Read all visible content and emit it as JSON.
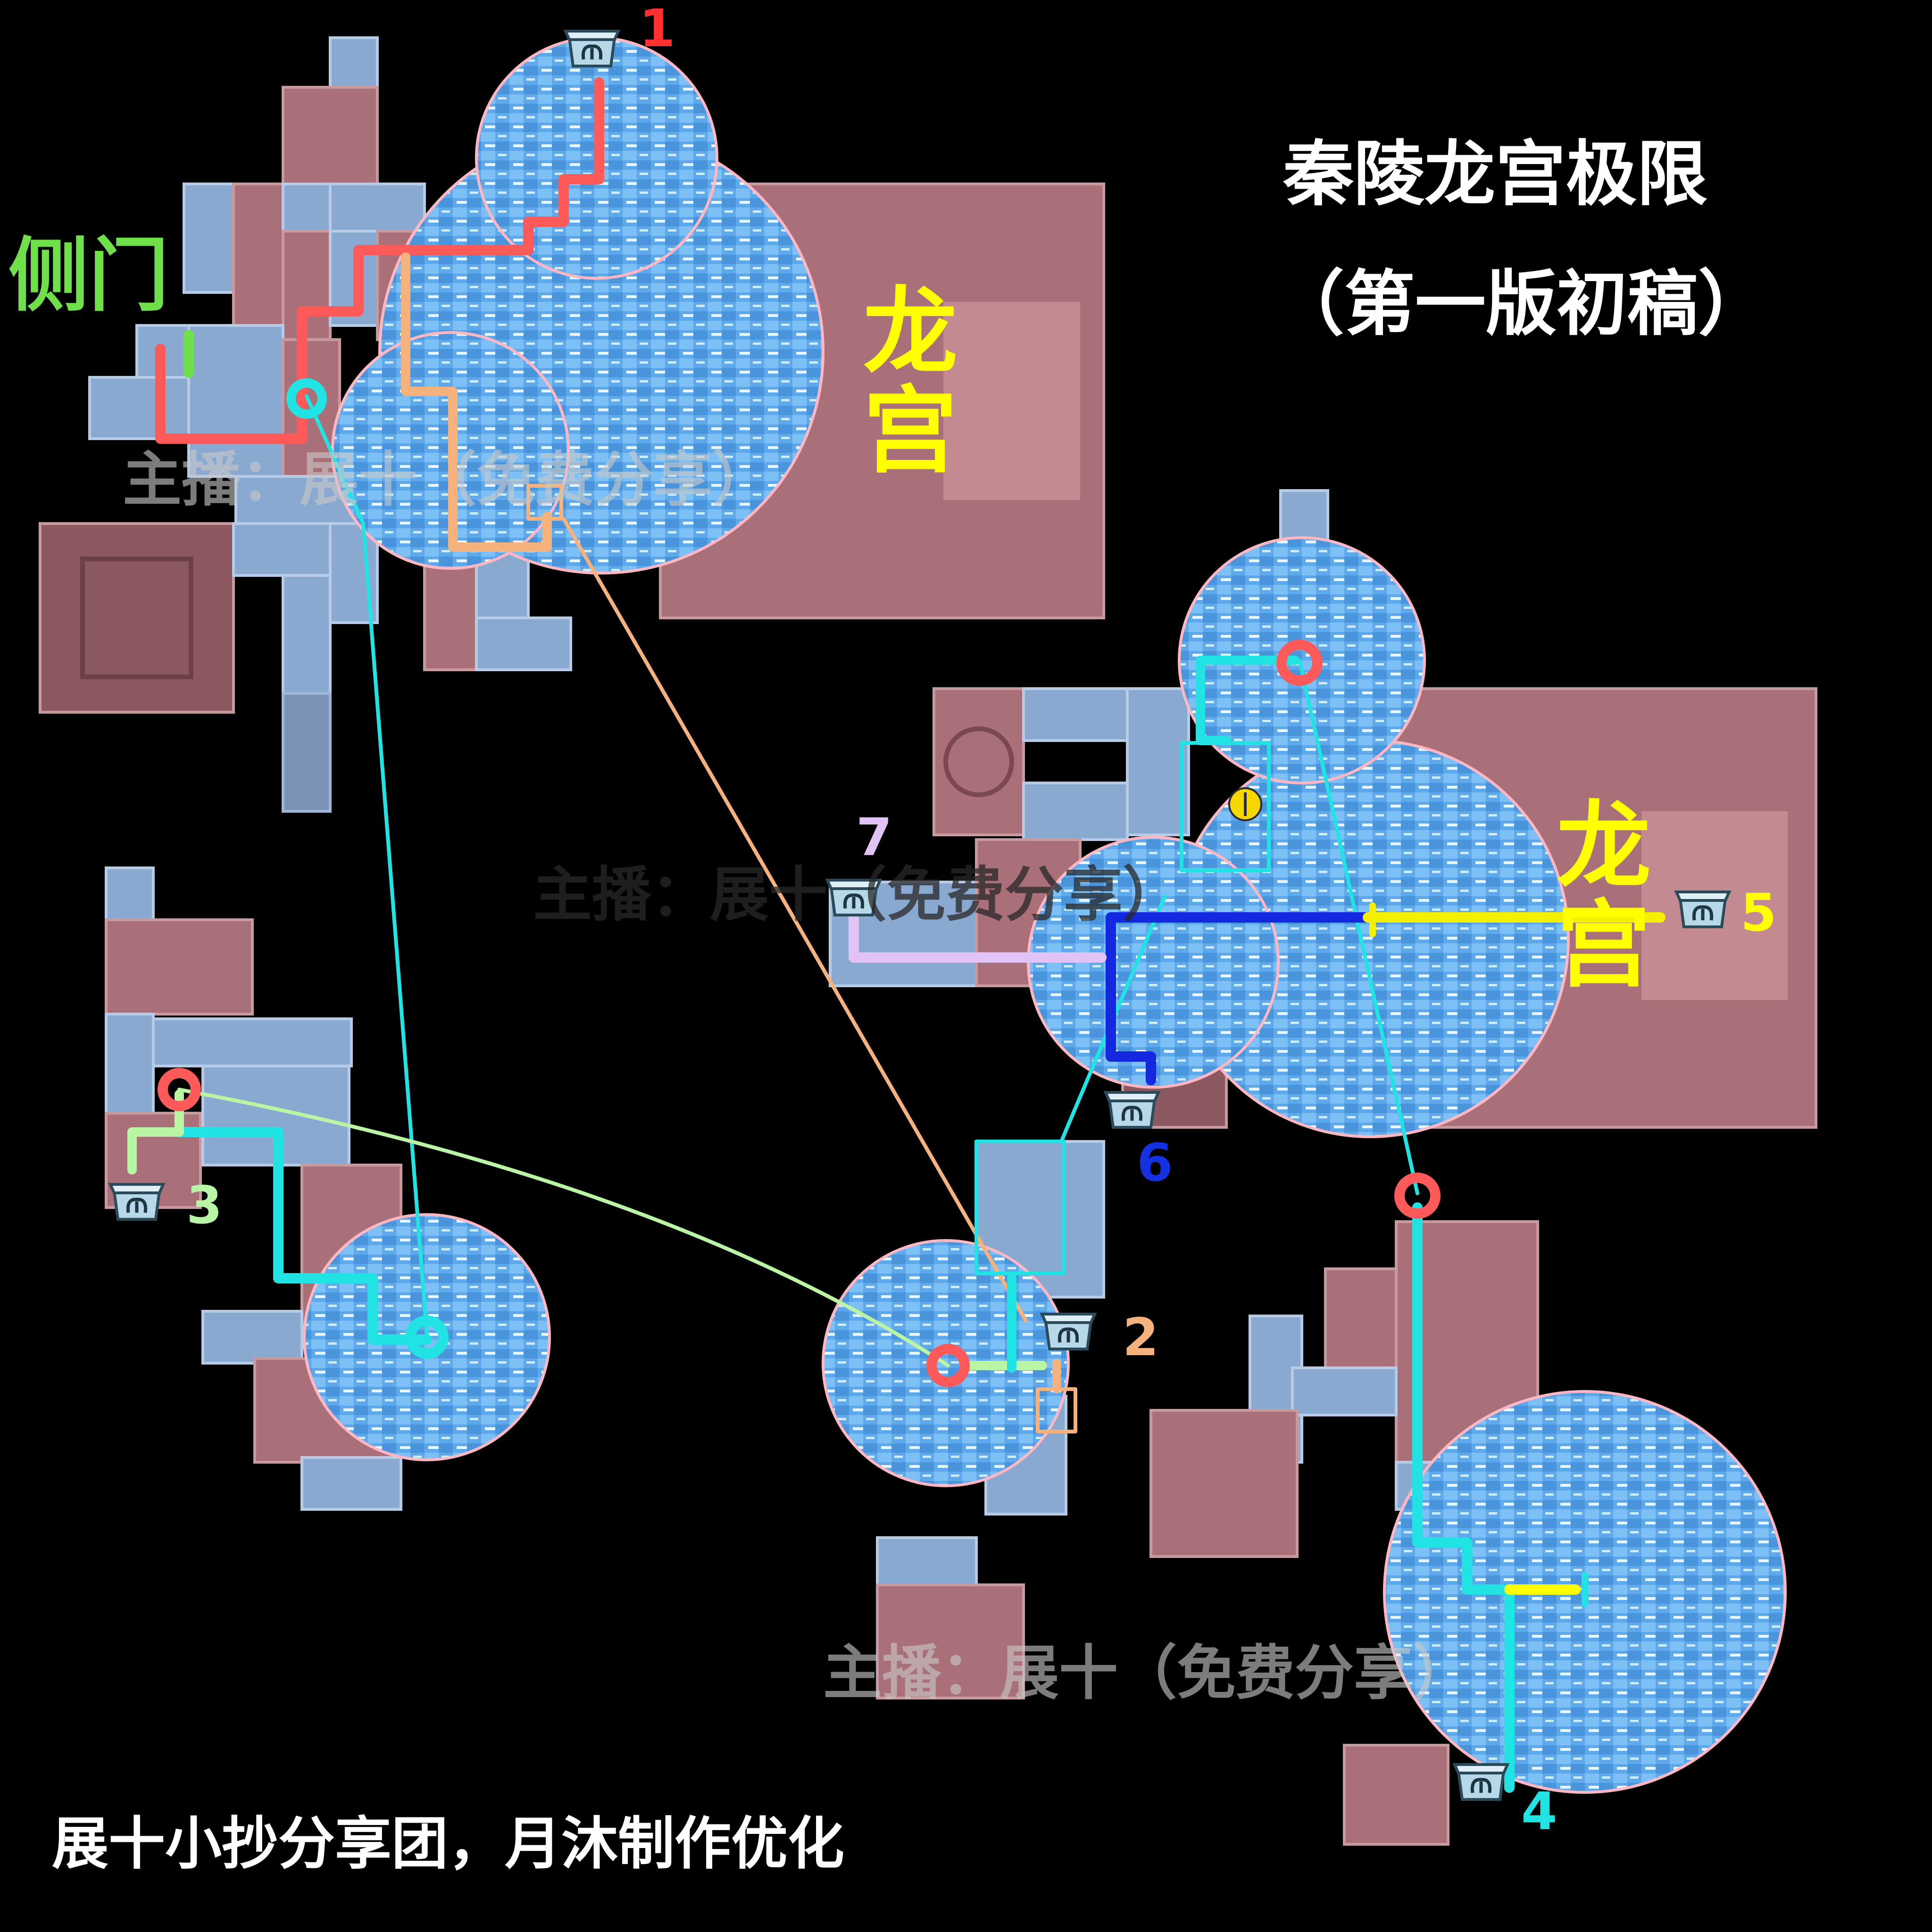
{
  "title": {
    "line1": "秦陵龙宫极限",
    "line2": "（第一版初稿）"
  },
  "side_door": "侧门",
  "palace_label_1": "龙宫",
  "palace_label_2": "龙宫",
  "chest_numbers": [
    "1",
    "2",
    "3",
    "4",
    "5",
    "6",
    "7"
  ],
  "watermark": "主播：展十（免费分享）",
  "credit": "展十小抄分享团，月沐制作优化",
  "colors": {
    "background": "#000000",
    "room_pink": "#a9707a",
    "room_pink_dark": "#8c5860",
    "room_blue": "#8aa9d0",
    "zone_blue": "#5aa8ea",
    "route_red": "#ff5a5a",
    "route_orange": "#f5b27d",
    "route_cyan": "#22e3e3",
    "route_green": "#b9f5a4",
    "route_blue": "#1428e0",
    "route_yellow": "#f5f000",
    "route_purple": "#e1c4f5",
    "title_white": "#ffffff",
    "side_green": "#6fe04a",
    "palace_yellow": "#ffff00",
    "number_red": "#ff3030",
    "number_orange": "#f5b27d",
    "number_green": "#b9f5a4",
    "number_cyan": "#22e3e3",
    "number_yellow": "#ffff00",
    "number_blue": "#1430e0",
    "number_purple": "#e1c4f5"
  },
  "icons": [
    "treasure-chest-icon",
    "waypoint-ring-icon",
    "key-marker-icon"
  ]
}
